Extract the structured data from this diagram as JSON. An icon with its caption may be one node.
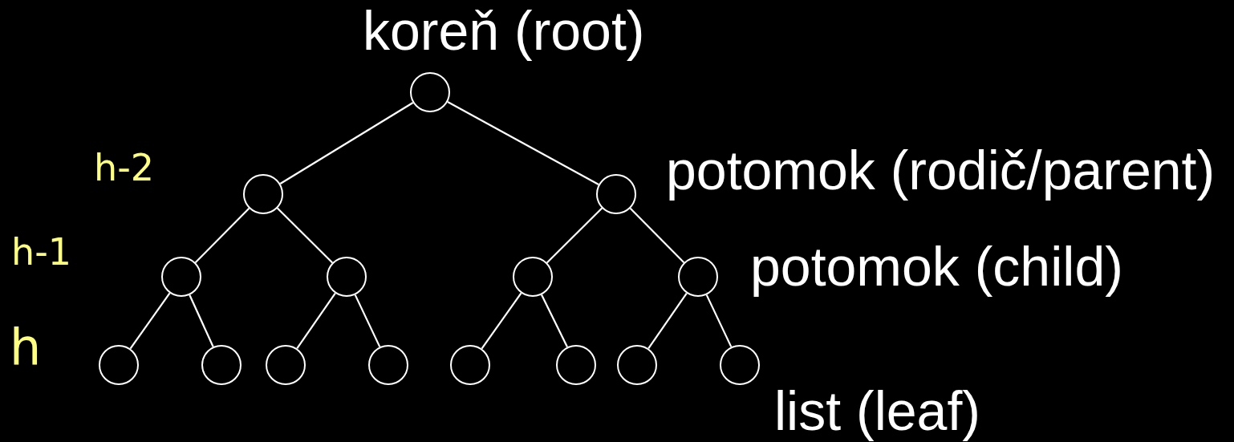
{
  "diagram": {
    "nodes": [
      {
        "text": [],
        "shape": "circle"
      },
      {
        "text": [],
        "shape": "circle"
      },
      {
        "text": [],
        "shape": "circle"
      },
      {
        "text": [],
        "shape": "circle"
      },
      {
        "text": [],
        "shape": "circle"
      },
      {
        "text": [],
        "shape": "circle"
      },
      {
        "text": [],
        "shape": "circle"
      },
      {
        "text": [],
        "shape": "circle"
      },
      {
        "text": [],
        "shape": "circle"
      },
      {
        "text": [],
        "shape": "circle"
      },
      {
        "text": [],
        "shape": "circle"
      },
      {
        "text": [],
        "shape": "circle"
      },
      {
        "text": [],
        "shape": "circle"
      },
      {
        "text": [],
        "shape": "circle"
      },
      {
        "text": [],
        "shape": "circle"
      }
    ],
    "edges": [
      {
        "from": 0,
        "to": 1,
        "arrow": "none"
      },
      {
        "from": 0,
        "to": 2,
        "arrow": "none"
      },
      {
        "from": 1,
        "to": 3,
        "arrow": "none"
      },
      {
        "from": 1,
        "to": 4,
        "arrow": "none"
      },
      {
        "from": 2,
        "to": 5,
        "arrow": "none"
      },
      {
        "from": 2,
        "to": 6,
        "arrow": "none"
      },
      {
        "from": 3,
        "to": 7,
        "arrow": "none"
      },
      {
        "from": 3,
        "to": 8,
        "arrow": "none"
      },
      {
        "from": 4,
        "to": 9,
        "arrow": "none"
      },
      {
        "from": 4,
        "to": 10,
        "arrow": "none"
      },
      {
        "from": 5,
        "to": 11,
        "arrow": "none"
      },
      {
        "from": 5,
        "to": 12,
        "arrow": "none"
      },
      {
        "from": 6,
        "to": 13,
        "arrow": "none"
      },
      {
        "from": 6,
        "to": 14,
        "arrow": "none"
      }
    ],
    "labels": [
      "koreň (root)",
      "h-2",
      "potomok (rodič/parent)",
      "h-1",
      "potomok (child)",
      "h",
      "list (leaf)"
    ]
  }
}
